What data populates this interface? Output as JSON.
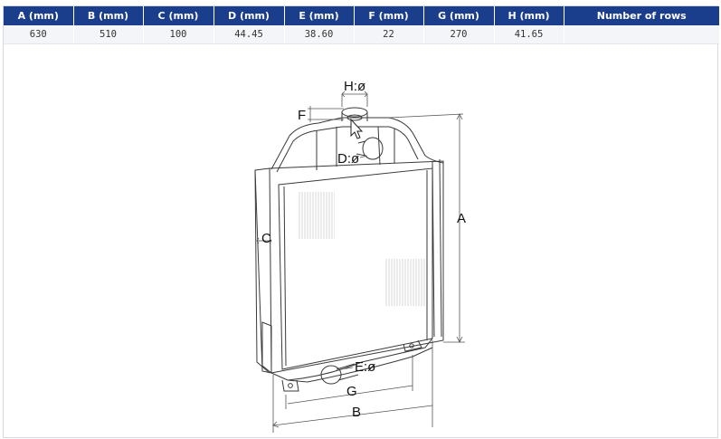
{
  "spec_table": {
    "headers": [
      "A (mm)",
      "B (mm)",
      "C (mm)",
      "D (mm)",
      "E (mm)",
      "F (mm)",
      "G (mm)",
      "H (mm)",
      "Number of rows"
    ],
    "values": [
      "630",
      "510",
      "100",
      "44.45",
      "38.60",
      "22",
      "270",
      "41.65",
      ""
    ]
  },
  "diagram": {
    "labels": {
      "a": "A",
      "b": "B",
      "c": "C",
      "d": "D:ø",
      "e": "E:ø",
      "f": "F",
      "g": "G",
      "h": "H:ø"
    }
  },
  "colors": {
    "header_bg": "#1a3e8c",
    "header_text": "#ffffff",
    "row_bg": "#f4f5f8"
  }
}
